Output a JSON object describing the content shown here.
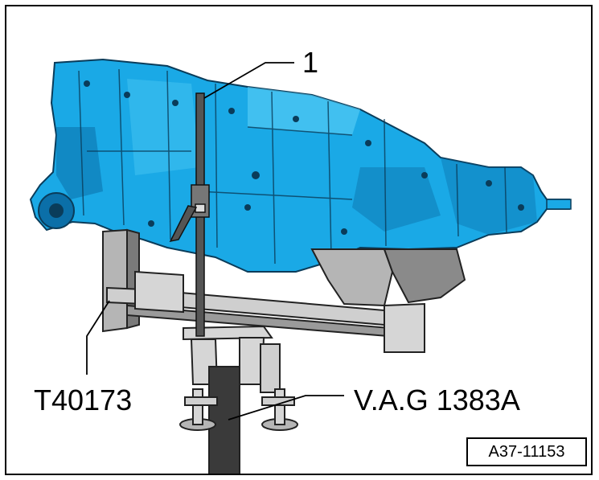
{
  "labels": {
    "item_1": "1",
    "fixture": "T40173",
    "stand": "V.A.G 1383A"
  },
  "reference": "A37-11153",
  "colors": {
    "housing": "#1aa9e6",
    "housing_dark": "#0b6fa8",
    "housing_light": "#5cd0f7",
    "strap": "#555555",
    "stand": "#3a3a3a",
    "bracket": "#b5b5b5"
  }
}
